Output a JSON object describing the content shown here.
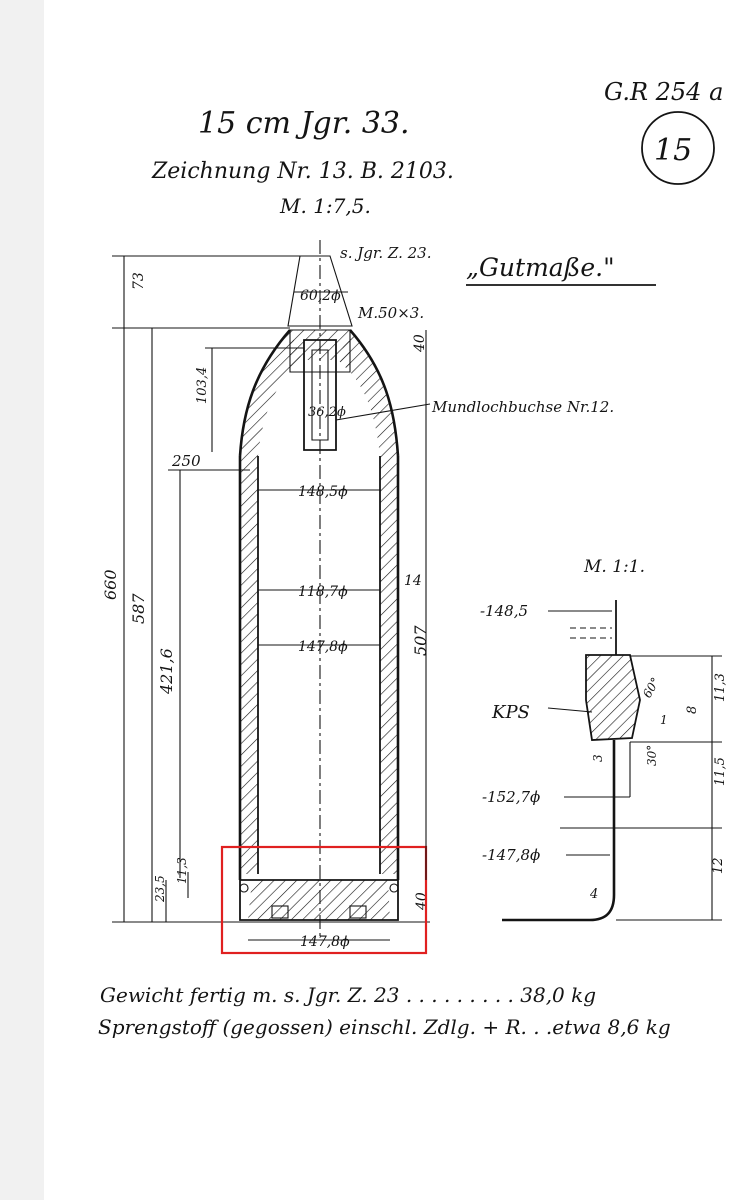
{
  "header": {
    "title": "15 cm Jgr. 33.",
    "drawing_number": "Zeichnung Nr. 13. B. 2103.",
    "scale": "M. 1:7,5.",
    "reference": "G.R 254 a",
    "page_number": "15",
    "subtitle": "„Gutmaße.\""
  },
  "labels": {
    "fuze": "s. Jgr. Z. 23.",
    "thread": "M.50×3.",
    "mouth_bush": "Mundlochbuchse Nr.12.",
    "scale_detail": "M. 1:1.",
    "kps": "KPS"
  },
  "dims": {
    "nose_dia": "60,2ϕ",
    "d73": "73",
    "d40_top": "40",
    "d103": "103,4",
    "d36": "36,2ϕ",
    "d250": "250",
    "d148_5": "148,5ϕ",
    "d660": "660",
    "d587": "587",
    "d421": "421,6",
    "d118": "118,7ϕ",
    "d14": "14",
    "d147_8_mid": "147,8ϕ",
    "d507": "507",
    "d11_3": "11,3",
    "d23_5": "23,5",
    "d40_base": "40",
    "d147_8_base": "147,8ϕ"
  },
  "detail_dims": {
    "d148_5": "-148,5",
    "d152_7": "-152,7ϕ",
    "d147_8": "-147,8ϕ",
    "angle": "60°",
    "d8": "8",
    "d11_3": "11,3",
    "d3": "3",
    "d30": "30°",
    "d1": "1",
    "d11_5": "11,5",
    "d12": "12",
    "d4": "4"
  },
  "footer": {
    "line1": "Gewicht fertig m. s. Jgr. Z. 23 . . . . . . . . . 38,0 kg",
    "line2": "Sprengstoff (gegossen) einschl. Zdlg. + R. . .etwa 8,6 kg"
  },
  "colors": {
    "ink": "#141414",
    "highlight": "#e02020",
    "margin": "#f1f1f1"
  }
}
